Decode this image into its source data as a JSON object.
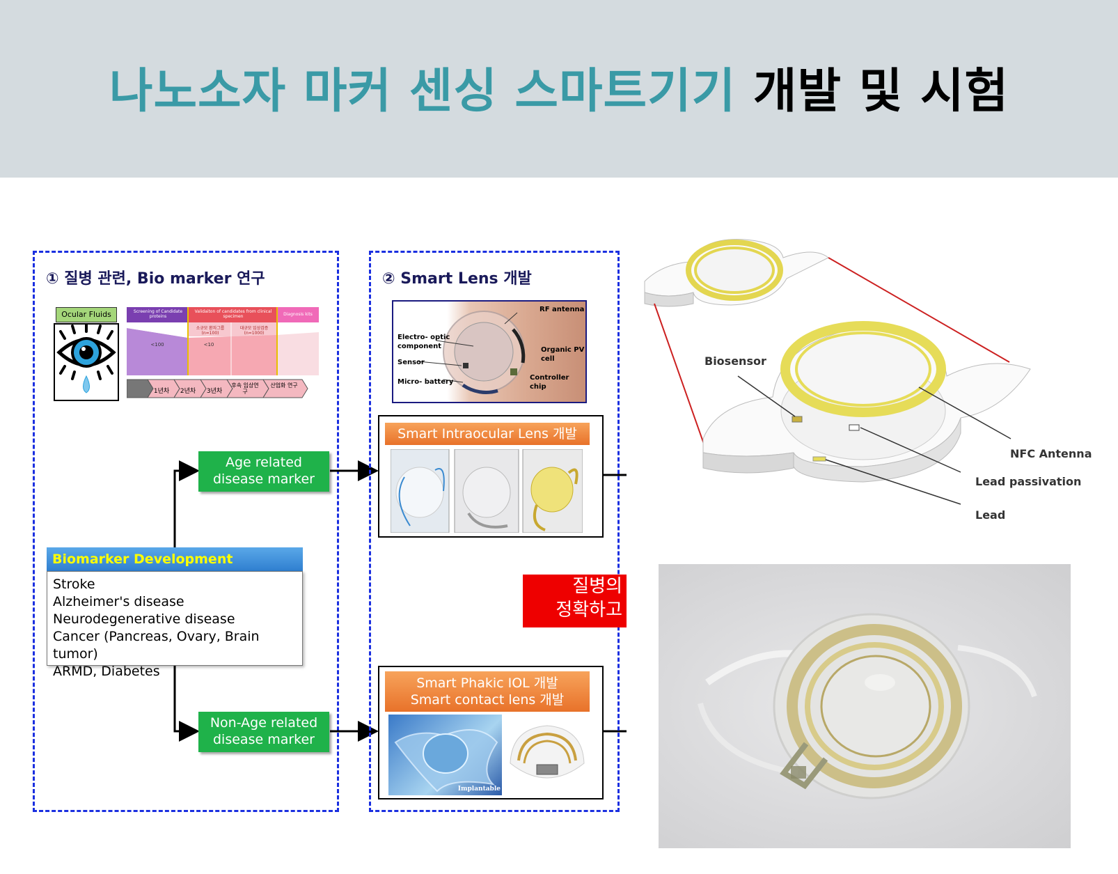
{
  "header": {
    "title_teal": "나노소자 마커 센싱 스마트기기",
    "title_black": "개발 및 시험"
  },
  "section1": {
    "title": "① 질병 관련, Bio marker 연구",
    "ocular_fluids": "Ocular Fluids",
    "phase1": "Screening of Candidate proteins",
    "phase2": "Validaiton of candidates from clinical specimen",
    "phase3": "Diagnosis kits",
    "sub1": "소규모 환자그룹 (n=100)",
    "sub2": "대규모 임상검증 (n=1000)",
    "val1": "<100",
    "val2": "<10",
    "years": [
      "1년차",
      "2년차",
      "3년차",
      "후속 임상연구",
      "산업화 연구"
    ],
    "age_marker": [
      "Age related",
      "disease marker"
    ],
    "nonage_marker": [
      "Non-Age related",
      "disease marker"
    ],
    "biomarker_head": "Biomarker Development",
    "biomarker_items": [
      "Stroke",
      "Alzheimer's disease",
      "Neurodegenerative disease",
      "Cancer (Pancreas, Ovary, Brain tumor)",
      "ARMD, Diabetes"
    ]
  },
  "section2": {
    "title": "② Smart Lens 개발",
    "lens_labels": {
      "rf": "RF antenna",
      "eo1": "Electro- optic",
      "eo2": "component",
      "sensor": "Sensor",
      "battery": "Micro- battery",
      "pv1": "Organic PV",
      "pv2": "cell",
      "ctrl1": "Controller",
      "ctrl2": "chip"
    },
    "iol_title": "Smart Intraocular Lens 개발",
    "phakic_title": [
      "Smart Phakic IOL 개발",
      "Smart contact lens 개발"
    ],
    "implantable": "Implantable",
    "red_box": [
      "질병의",
      "정확하고"
    ]
  },
  "diagram3d": {
    "biosensor": "Biosensor",
    "nfc": "NFC Antenna",
    "lead_passivation": "Lead passivation",
    "lead": "Lead"
  },
  "colors": {
    "teal": "#3a9aa6",
    "banner": "#d4dbdf",
    "dash_blue": "#1a2fe0",
    "green": "#1fb24a",
    "orange": "#e8722a",
    "red": "#ee0000"
  }
}
